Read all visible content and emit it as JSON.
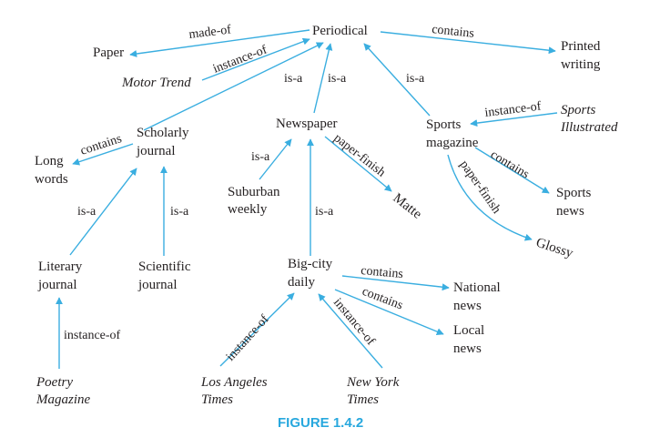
{
  "colors": {
    "edge": "#3aaee0",
    "caption": "#28a8de",
    "text": "#231f20"
  },
  "nodes": {
    "periodical": [
      "Periodical"
    ],
    "paper": [
      "Paper"
    ],
    "printed_writing": [
      "Printed",
      "writing"
    ],
    "motor_trend": [
      "Motor Trend"
    ],
    "scholarly_journal": [
      "Scholarly",
      "journal"
    ],
    "newspaper": [
      "Newspaper"
    ],
    "sports_magazine": [
      "Sports",
      "magazine"
    ],
    "sports_illustrated": [
      "Sports",
      "Illustrated"
    ],
    "long_words": [
      "Long",
      "words"
    ],
    "suburban_weekly": [
      "Suburban",
      "weekly"
    ],
    "matte": [
      "Matte"
    ],
    "sports_news": [
      "Sports",
      "news"
    ],
    "glossy": [
      "Glossy"
    ],
    "literary_journal": [
      "Literary",
      "journal"
    ],
    "scientific_journal": [
      "Scientific",
      "journal"
    ],
    "big_city_daily": [
      "Big-city",
      "daily"
    ],
    "national_news": [
      "National",
      "news"
    ],
    "local_news": [
      "Local",
      "news"
    ],
    "poetry_magazine": [
      "Poetry",
      "Magazine"
    ],
    "los_angeles_times": [
      "Los Angeles",
      "Times"
    ],
    "new_york_times": [
      "New York",
      "Times"
    ]
  },
  "edge_labels": {
    "made_of": "made-of",
    "instance_of": "instance-of",
    "contains": "contains",
    "is_a": "is-a",
    "paper_finish": "paper-finish"
  },
  "caption": "FIGURE 1.4.2"
}
